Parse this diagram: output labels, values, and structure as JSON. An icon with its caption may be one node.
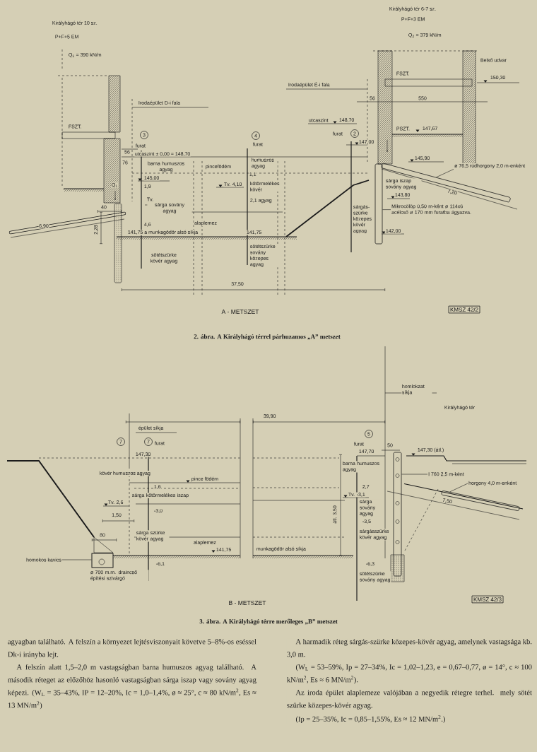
{
  "diagram": {
    "nodes": [
      {
        "text": [
          "ø 76,5 rúdhorgony 2,0 m-enként"
        ]
      },
      {
        "text": [
          "Mikrocölöp 0,50 m-ként ø 114x6 acélcső ø 170 mm furatba ágyazva."
        ]
      },
      {
        "text": [
          "I 760 2,5 m-ként"
        ]
      },
      {
        "text": [
          "horgony 4,0 m-enként"
        ]
      },
      {
        "text": [
          "homokos kavics"
        ]
      },
      {
        "text": [],
        "shape": "bar"
      },
      {
        "text": [],
        "shape": "bar"
      },
      {
        "text": [],
        "shape": "bar"
      },
      {
        "text": [],
        "shape": "bar"
      },
      {
        "text": [],
        "shape": "box",
        "beside": [
          "ø 700 m.m. draincső építési szivárgó"
        ]
      }
    ],
    "edges": [
      {
        "from": 0,
        "to": 5,
        "arrow": "none"
      },
      {
        "from": 1,
        "to": 6,
        "arrow": "none"
      },
      {
        "from": 2,
        "to": 7,
        "arrow": "none"
      },
      {
        "from": 3,
        "to": 8,
        "arrow": "none"
      },
      {
        "from": 4,
        "to": 9,
        "arrow": "none"
      }
    ],
    "labels": [
      "Királyhágó tér 10 sz.",
      "P+F+5 EM",
      "Q$_{1}$ = 390 kN/m",
      "Királyhágó tér 6-7 sz.",
      "P+F+3 EM",
      "Q$_{2}$ = 379 kN/m",
      "Belső udvar",
      "150,30",
      "FSZT.",
      "Irodaépület É-i fala",
      "56",
      "550",
      "Irodaépület D-i fala",
      "FSZT.",
      "utcaszint",
      "148,70",
      "PSZT.",
      "147,67",
      "3",
      "4",
      "furat",
      "2",
      "furat",
      "furat",
      "147,00",
      "56",
      "utcaszint ± 0,00 = 148,70",
      "76",
      "barna humuszos agyag",
      "pincefödém",
      "humuszos agyag",
      "145,90",
      "145,00",
      "1,1",
      "Q$_{1}$",
      "1,9",
      "Tv. 4,10",
      "kőtörmelékes kövér",
      "sárga iszap sovány agyag",
      "Tv.",
      "2,1 agyag",
      "143,80",
      "7,20",
      "40",
      "sárga sovány agyag",
      "sárgás-szürke közepes kövér agyag",
      "6,90",
      "2,28",
      "4,6",
      "alaplemez",
      "141,75 a munkagödör alsó síkja",
      "141,75",
      "142,00",
      "sötétszürke kövér agyag",
      "sötétszürke sovány közepes agyag",
      "37,50",
      "A - METSZET",
      "KMSZ 42/2",
      "2. ábra. A Királyhágó térrel párhuzamos „A” metszet",
      "homlokzat síkja",
      "Királyhágó tér",
      "39,90",
      "épület síkja",
      "5",
      "7",
      "7",
      "furat",
      "furat",
      "50",
      "147,30",
      "147,70",
      "147,30 (átl.)",
      "barna humuszos agyag",
      "kövér humuszos agyag",
      "pince födém",
      "1,6",
      "2,7",
      "sárga kőtörmelékes iszap",
      "Tv. -3,1",
      "Tv. 2,6",
      "sárga sovány agyag",
      "7,50",
      "1,50",
      "-3,0",
      "átl. 3,50",
      "-3,5",
      "80",
      "sárga szürke kövér agyag",
      "sárgásszürke kövér agyag",
      "alaplemez",
      "141,75",
      "munkagödör alsó síkja",
      "-6,1",
      "-6,3",
      "sötétszürke sovány agyag",
      "B - METSZET",
      "KMSZ 42/3",
      "3. ábra. A Királyhágó térre merőleges „B” metszet",
      "agyagban található. A felszín a környezet lejtésviszonyait követve 5–8%-os eséssel Dk-i irányba lejt.",
      "A felszín alatt 1,5–2,0 m vastagságban barna humuszos agyag található. A második réteget az előzőhöz hasonló vastagságban sárga iszap vagy sovány agyag képezi. (W$_{L}$ = 35–43%, IP = 12–20%, Ic = 1,0–1,4%, ø ≈ 25°, c ≈ 80 kN/m$^{2}$, Es ≈ 13 MN/m$^{2}$)",
      "A harmadik réteg sárgás-szürke közepes-kövér agyag, amelynek vastagsága kb. 3,0 m.",
      "(W$_{L}$ = 53–59%, Ip = 27–34%, Ic = 1,02–1,23, e = 0,67–0,77, ø = 14°, c ≈ 100 kN/m$^{2}$, Es ≈ 6 MN/m$^{2}$).",
      "Az iroda épület alaplemeze valójában a negyedik rétegre terhel. mely sötét szürke közepes-kövér agyag.",
      "(Ip = 25–35%, Ic = 0,85–1,55%, Es ≈ 12 MN/m$^{2}$.)"
    ]
  }
}
